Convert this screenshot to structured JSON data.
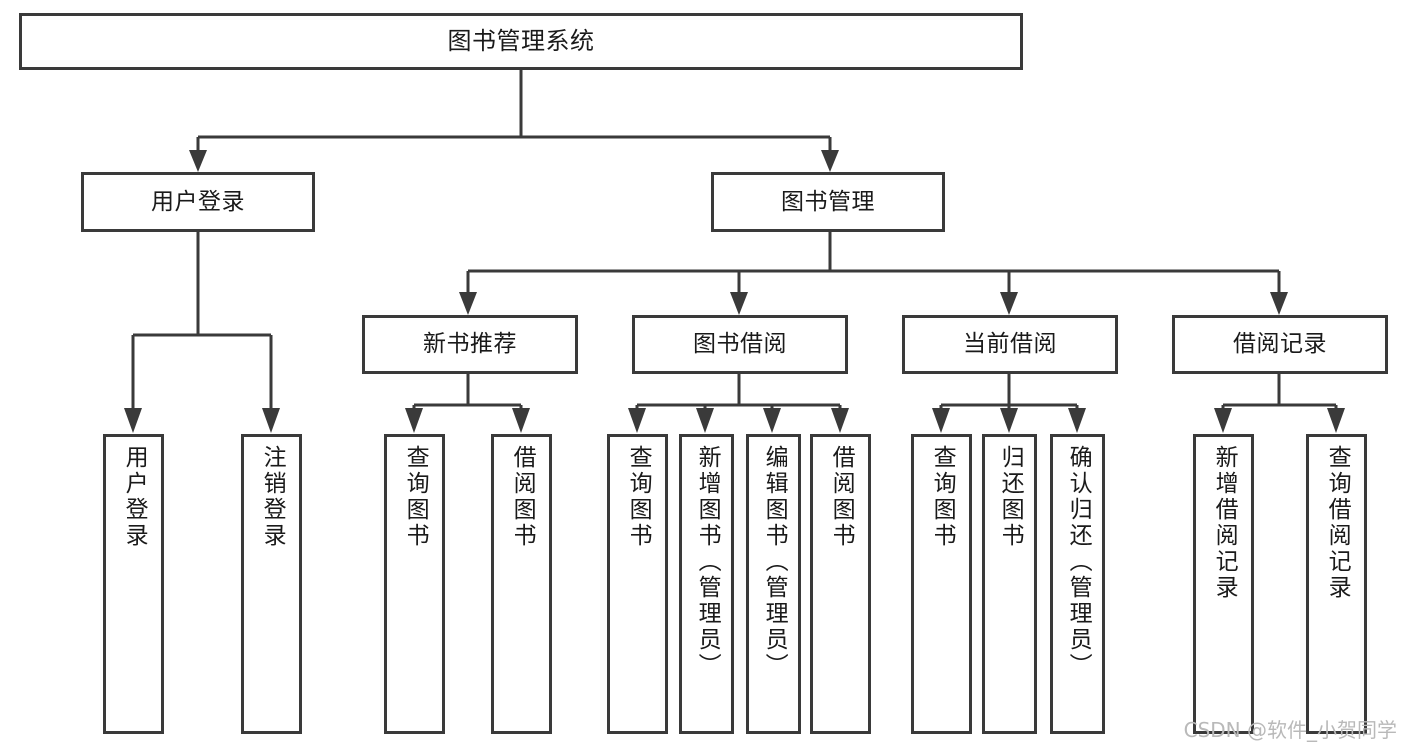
{
  "diagram": {
    "title": "图书管理系统",
    "type": "tree",
    "watermark": "CSDN @软件_小贺同学",
    "colors": {
      "stroke": "#3a3a3a",
      "fill": "#ffffff",
      "text": "#1a1a1a",
      "watermark": "#b9b9b9"
    },
    "levels": {
      "root": {
        "label": "图书管理系统"
      },
      "level2": [
        {
          "label": "用户登录"
        },
        {
          "label": "图书管理"
        }
      ],
      "level3": [
        {
          "label": "新书推荐"
        },
        {
          "label": "图书借阅"
        },
        {
          "label": "当前借阅"
        },
        {
          "label": "借阅记录"
        }
      ]
    },
    "leaves": {
      "user_login": [
        {
          "label": "用户登录"
        },
        {
          "label": "注销登录"
        }
      ],
      "new_book_recommend": [
        {
          "label": "查询图书"
        },
        {
          "label": "借阅图书"
        }
      ],
      "book_borrow": [
        {
          "label": "查询图书"
        },
        {
          "label": "新增图书（管理员）"
        },
        {
          "label": "编辑图书（管理员）"
        },
        {
          "label": "借阅图书"
        }
      ],
      "current_borrow": [
        {
          "label": "查询图书"
        },
        {
          "label": "归还图书"
        },
        {
          "label": "确认归还（管理员）"
        }
      ],
      "borrow_record": [
        {
          "label": "新增借阅记录"
        },
        {
          "label": "查询借阅记录"
        }
      ]
    }
  }
}
